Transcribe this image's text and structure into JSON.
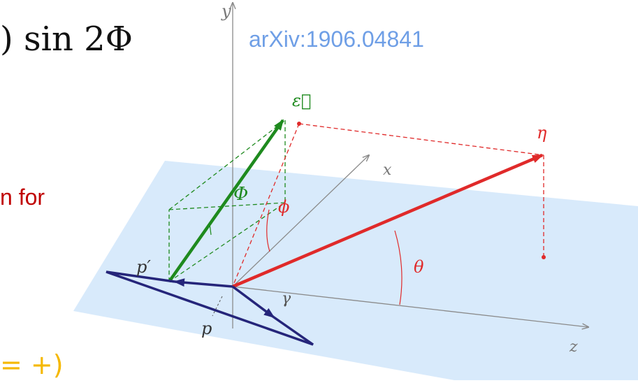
{
  "formula_fragment": ") sin 2Φ",
  "reference": "arXiv:1906.04841",
  "side_text_fragment": "n for",
  "bottom_text_fragment": "= +)",
  "labels": {
    "y_axis": "y",
    "x_axis": "x",
    "z_axis": "z",
    "epsilon": "ε⃗",
    "eta": "η",
    "phi_upper": "Φ",
    "phi_lower": "ϕ",
    "theta": "θ",
    "gamma": "γ",
    "p_prime": "p′",
    "p": "p"
  },
  "colors": {
    "plane": "#d6e9fb",
    "axis": "#8a8a8a",
    "epsilon_vector": "#1e8a1e",
    "eta_vector": "#e02a2a",
    "momentum": "#25257a",
    "reference_text": "#6f9fe6",
    "side_text": "#c00000",
    "bottom_text": "#f5b800"
  }
}
